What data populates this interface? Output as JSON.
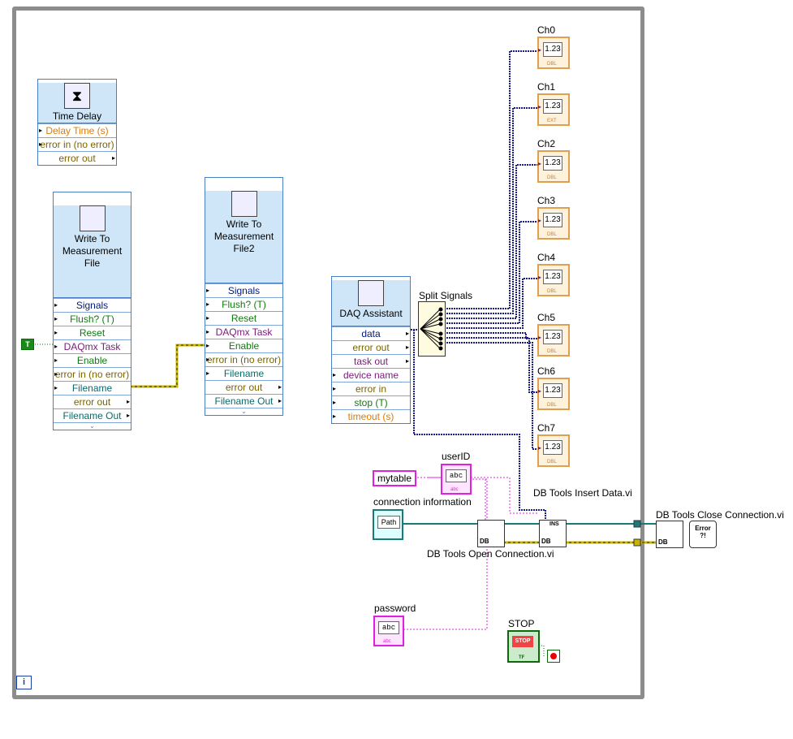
{
  "iteration_label": "i",
  "time_delay": {
    "title": "Time Delay",
    "rows": [
      "Delay Time (s)",
      "error in (no error)",
      "error out"
    ]
  },
  "write1": {
    "title": "Write To Measurement File",
    "rows": [
      "Signals",
      "Flush? (T)",
      "Reset",
      "DAQmx Task",
      "Enable",
      "error in (no error)",
      "Filename",
      "error out",
      "Filename Out"
    ]
  },
  "write2": {
    "title": "Write To Measurement File2",
    "rows": [
      "Signals",
      "Flush? (T)",
      "Reset",
      "DAQmx Task",
      "Enable",
      "error in (no error)",
      "Filename",
      "error out",
      "Filename Out"
    ]
  },
  "daq": {
    "title": "DAQ Assistant",
    "rows": [
      "data",
      "error out",
      "task out",
      "device name",
      "error in",
      "stop (T)",
      "timeout (s)"
    ]
  },
  "split_signals_label": "Split Signals",
  "channels": [
    {
      "label": "Ch0",
      "value": "1.23",
      "type": "DBL"
    },
    {
      "label": "Ch1",
      "value": "1.23",
      "type": "EXT"
    },
    {
      "label": "Ch2",
      "value": "1.23",
      "type": "DBL"
    },
    {
      "label": "Ch3",
      "value": "1.23",
      "type": "DBL"
    },
    {
      "label": "Ch4",
      "value": "1.23",
      "type": "DBL"
    },
    {
      "label": "Ch5",
      "value": "1.23",
      "type": "DBL"
    },
    {
      "label": "Ch6",
      "value": "1.23",
      "type": "DBL"
    },
    {
      "label": "Ch7",
      "value": "1.23",
      "type": "DBL"
    }
  ],
  "bool_constant": "T",
  "table_constant": "mytable",
  "user_id": {
    "label": "userID",
    "inner": "abc",
    "type": "abc"
  },
  "password": {
    "label": "password",
    "inner": "abc",
    "type": "abc"
  },
  "connection": {
    "label": "connection information",
    "inner": "Path"
  },
  "db_insert_label": "DB Tools Insert Data.vi",
  "db_insert_icon": "INS",
  "db_open_label": "DB Tools Open Connection.vi",
  "db_close_label": "DB Tools Close Connection.vi",
  "db_icon_text": "DB",
  "error_icon_text": "Error ?!",
  "stop": {
    "label": "STOP",
    "inner": "STOP",
    "type": "TF"
  },
  "colors": {
    "loop_border": "#8c8c8c",
    "node_border": "#4a7fc7",
    "string_wire": "#e020e0",
    "dynamic_wire": "#1a1a8a",
    "error_wire": "#c8b400",
    "path_wire": "#1a7a7a",
    "indicator": "#e0a050"
  }
}
